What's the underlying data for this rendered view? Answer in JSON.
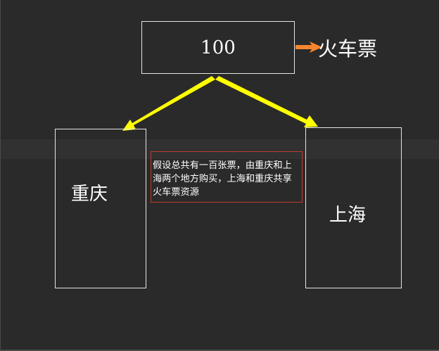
{
  "nodes": {
    "top": {
      "value": "100"
    },
    "left": {
      "label": "重庆"
    },
    "right": {
      "label": "上海"
    }
  },
  "ticket_label": "火车票",
  "note": "假设总共有一百张票，由重庆和上海两个地方购买，上海和重庆共享火车票资源",
  "colors": {
    "background": "#2a2a2a",
    "box_border": "#e6e6e6",
    "arrow_main": "#ffff00",
    "arrow_label": "#f5862f",
    "note_border": "#c0392b",
    "text": "#ffffff"
  }
}
